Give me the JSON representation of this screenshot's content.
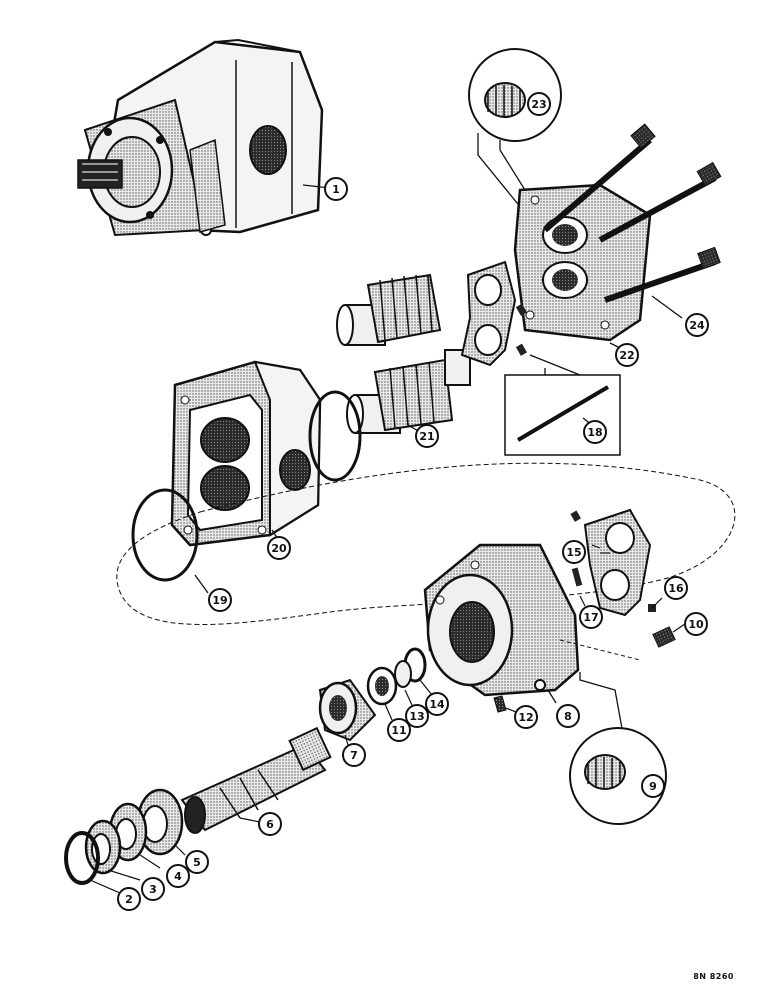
{
  "diagram": {
    "reference_code": "8N 8260",
    "callouts": [
      {
        "id": "c1",
        "label": "1"
      },
      {
        "id": "c2",
        "label": "2"
      },
      {
        "id": "c3",
        "label": "3"
      },
      {
        "id": "c4",
        "label": "4"
      },
      {
        "id": "c5",
        "label": "5"
      },
      {
        "id": "c6",
        "label": "6"
      },
      {
        "id": "c7",
        "label": "7"
      },
      {
        "id": "c8",
        "label": "8"
      },
      {
        "id": "c9",
        "label": "9"
      },
      {
        "id": "c10",
        "label": "10"
      },
      {
        "id": "c11",
        "label": "11"
      },
      {
        "id": "c12",
        "label": "12"
      },
      {
        "id": "c13",
        "label": "13"
      },
      {
        "id": "c14",
        "label": "14"
      },
      {
        "id": "c15",
        "label": "15"
      },
      {
        "id": "c16",
        "label": "16"
      },
      {
        "id": "c17",
        "label": "17"
      },
      {
        "id": "c18",
        "label": "18"
      },
      {
        "id": "c19",
        "label": "19"
      },
      {
        "id": "c20",
        "label": "20"
      },
      {
        "id": "c21",
        "label": "21"
      },
      {
        "id": "c22",
        "label": "22"
      },
      {
        "id": "c23",
        "label": "23"
      },
      {
        "id": "c24",
        "label": "24"
      }
    ]
  }
}
